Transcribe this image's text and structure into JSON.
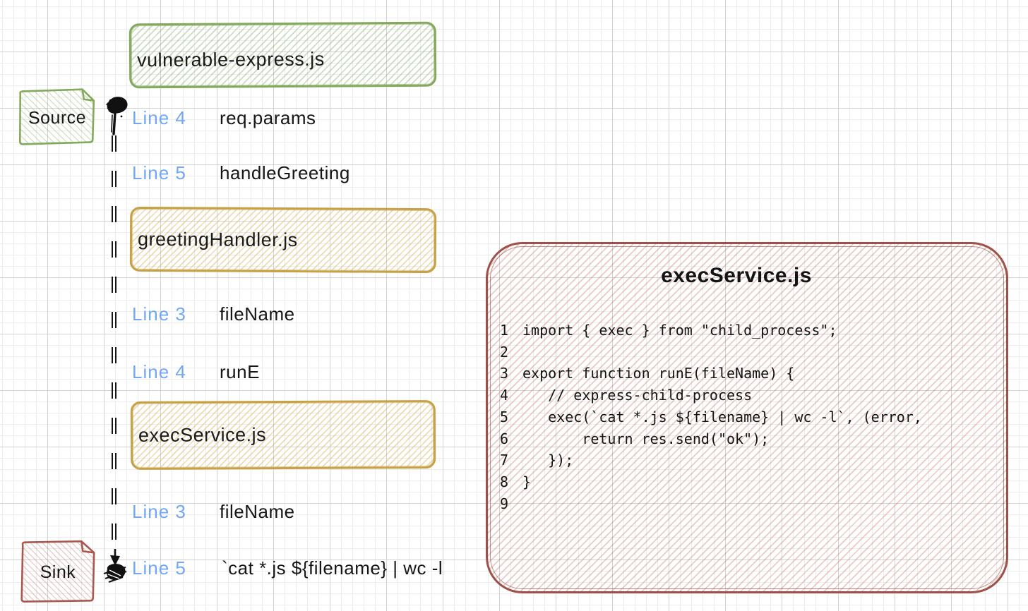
{
  "colors": {
    "green_stroke": "#83a95c",
    "yellow_stroke": "#c7a146",
    "red_stroke": "#9d5149",
    "blue_label": "#71a7f6",
    "ink": "#161616"
  },
  "files": {
    "top_bar": "vulnerable-express.js",
    "mid_bar": "greetingHandler.js",
    "bottom_bar": "execService.js"
  },
  "source": {
    "label": "Source"
  },
  "sink": {
    "label": "Sink"
  },
  "trace": {
    "steps": [
      {
        "line": "Line 4",
        "value": "req.params"
      },
      {
        "line": "Line 5",
        "value": "handleGreeting"
      },
      {
        "line": "Line 3",
        "value": "fileName"
      },
      {
        "line": "Line 4",
        "value": "runE"
      },
      {
        "line": "Line 3",
        "value": "fileName"
      },
      {
        "line": "Line 5",
        "value": "`cat *.js ${filename} | wc -l"
      }
    ]
  },
  "code_panel": {
    "title": "execService.js",
    "lines": [
      {
        "num": "1",
        "code": "import { exec } from \"child_process\";"
      },
      {
        "num": "2",
        "code": ""
      },
      {
        "num": "3",
        "code": "export function runE(fileName) {"
      },
      {
        "num": "4",
        "code": "   // express-child-process"
      },
      {
        "num": "5",
        "code": "   exec(`cat *.js ${filename} | wc -l`, (error,"
      },
      {
        "num": "6",
        "code": "       return res.send(\"ok\");"
      },
      {
        "num": "7",
        "code": "   });"
      },
      {
        "num": "8",
        "code": "}"
      },
      {
        "num": "9",
        "code": ""
      }
    ]
  }
}
